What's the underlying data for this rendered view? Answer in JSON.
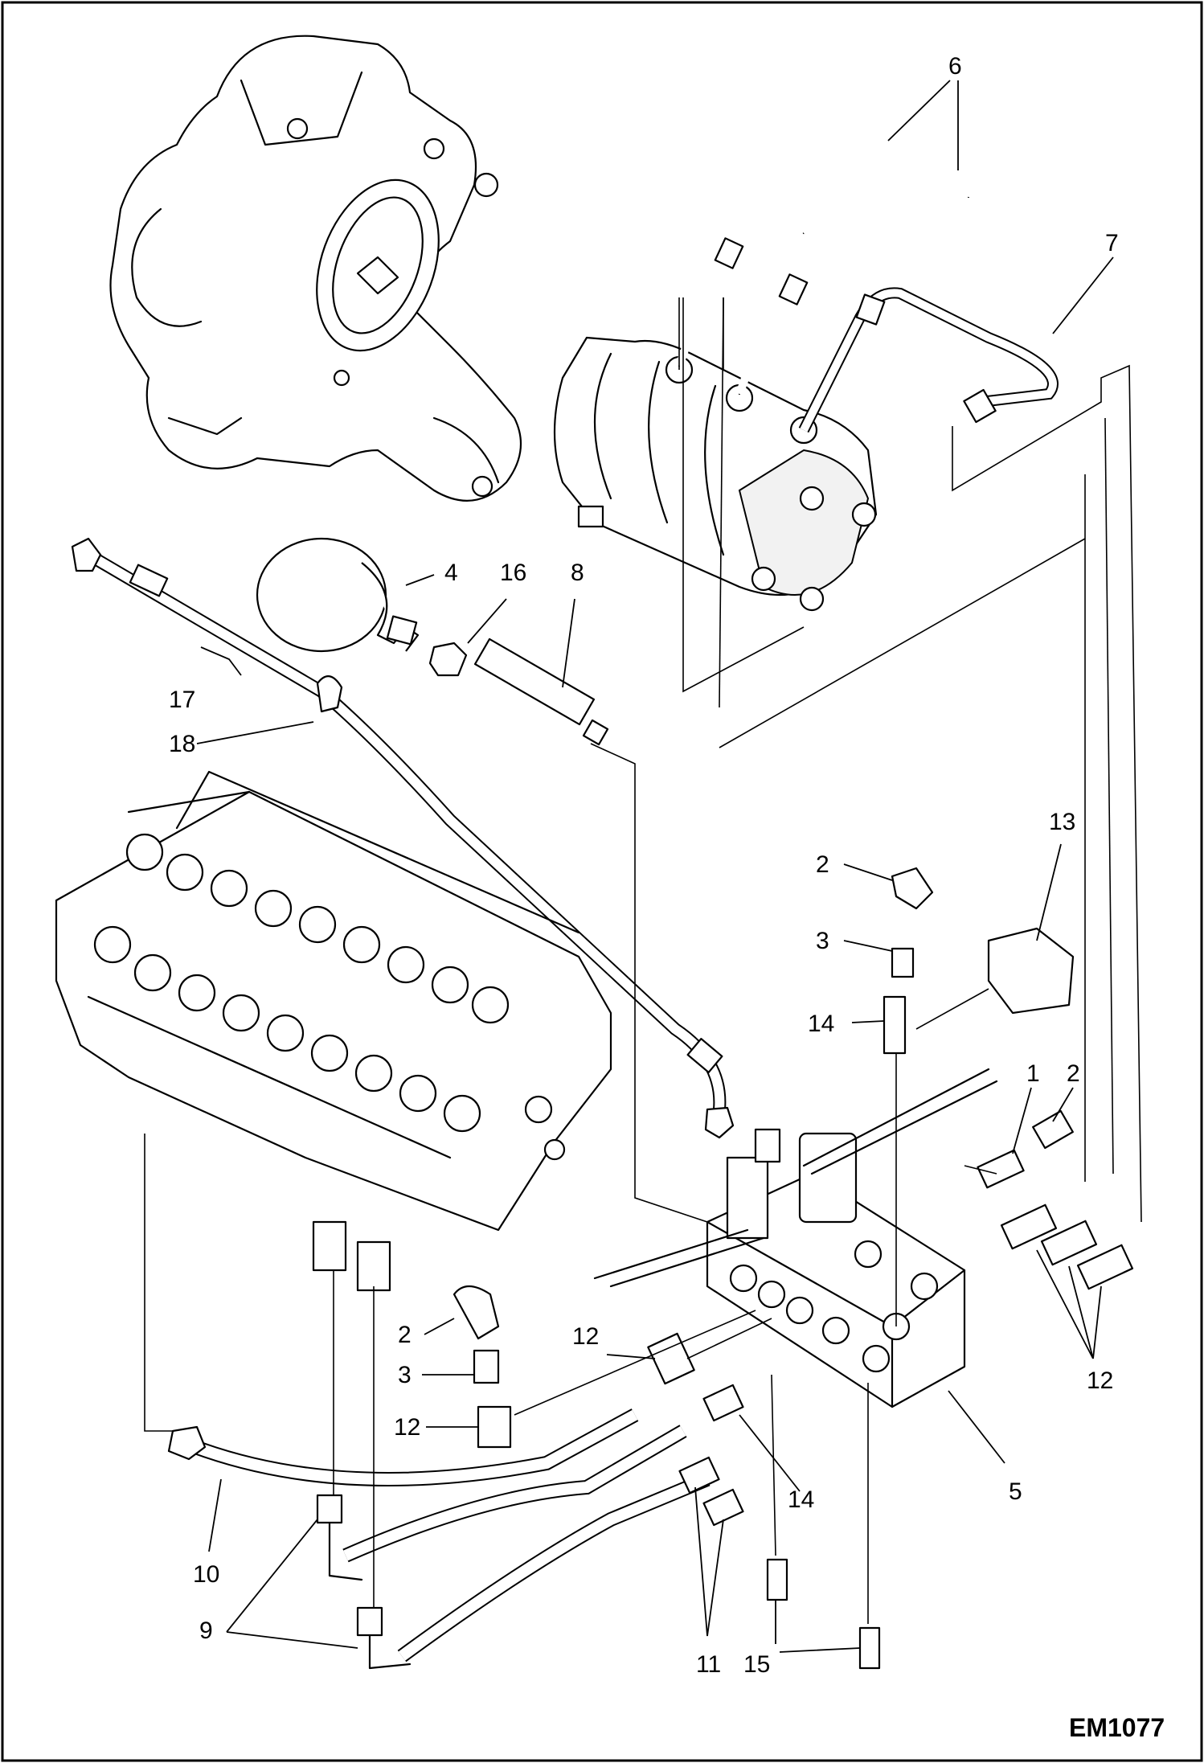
{
  "diagram_code": "EM1077",
  "callouts": {
    "c6": "6",
    "c7": "7",
    "c4": "4",
    "c16": "16",
    "c8": "8",
    "c17": "17",
    "c18": "18",
    "c13": "13",
    "c2_top": "2",
    "c3_top": "3",
    "c14_top": "14",
    "c1": "1",
    "c2_right": "2",
    "c12_right": "12",
    "c2_left": "2",
    "c3_left": "3",
    "c12_mid": "12",
    "c12_left": "12",
    "c14_bottom": "14",
    "c5": "5",
    "c10": "10",
    "c9": "9",
    "c11": "11",
    "c15": "15"
  }
}
